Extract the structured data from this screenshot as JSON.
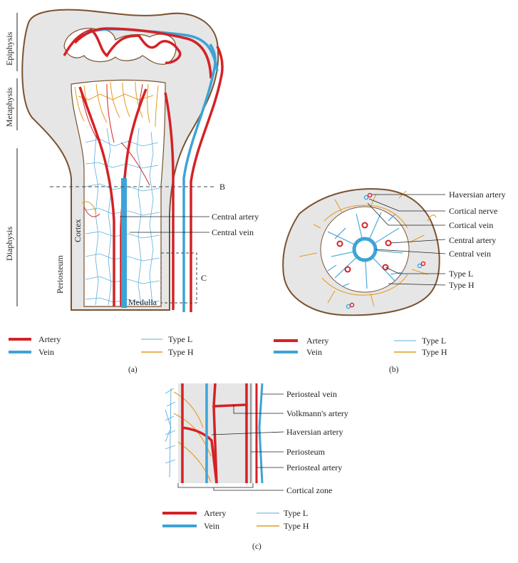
{
  "colors": {
    "artery": "#d42226",
    "vein": "#3ea3d6",
    "type_l": "#5aaedc",
    "type_h": "#e49a1f",
    "bone_outline": "#7a5230",
    "bone_fill": "#e6e6e6",
    "leader": "#222222"
  },
  "panel_a": {
    "caption": "(a)",
    "regions": {
      "epiphysis": "Epiphysis",
      "metaphysis": "Metaphysis",
      "diaphysis": "Diaphysis"
    },
    "labels": {
      "b": "B",
      "c": "C",
      "central_artery": "Central artery",
      "central_vein": "Central vein",
      "cortex": "Cortex",
      "periosteum": "Periosteum",
      "medulla": "Medulla"
    },
    "legend": {
      "artery": "Artery",
      "vein": "Vein",
      "type_l": "Type L",
      "type_h": "Type H"
    }
  },
  "panel_b": {
    "caption": "(b)",
    "labels": [
      "Haversian artery",
      "Cortical nerve",
      "Cortical vein",
      "Central artery",
      "Central vein",
      "Type L",
      "Type H"
    ],
    "legend": {
      "artery": "Artery",
      "vein": "Vein",
      "type_l": "Type L",
      "type_h": "Type H"
    }
  },
  "panel_c": {
    "caption": "(c)",
    "labels": [
      "Periosteal vein",
      "Volkmann's artery",
      "Haversian artery",
      "Periosteum",
      "Periosteal artery"
    ],
    "cortical_zone": "Cortical zone",
    "legend": {
      "artery": "Artery",
      "vein": "Vein",
      "type_l": "Type L",
      "type_h": "Type H"
    }
  }
}
